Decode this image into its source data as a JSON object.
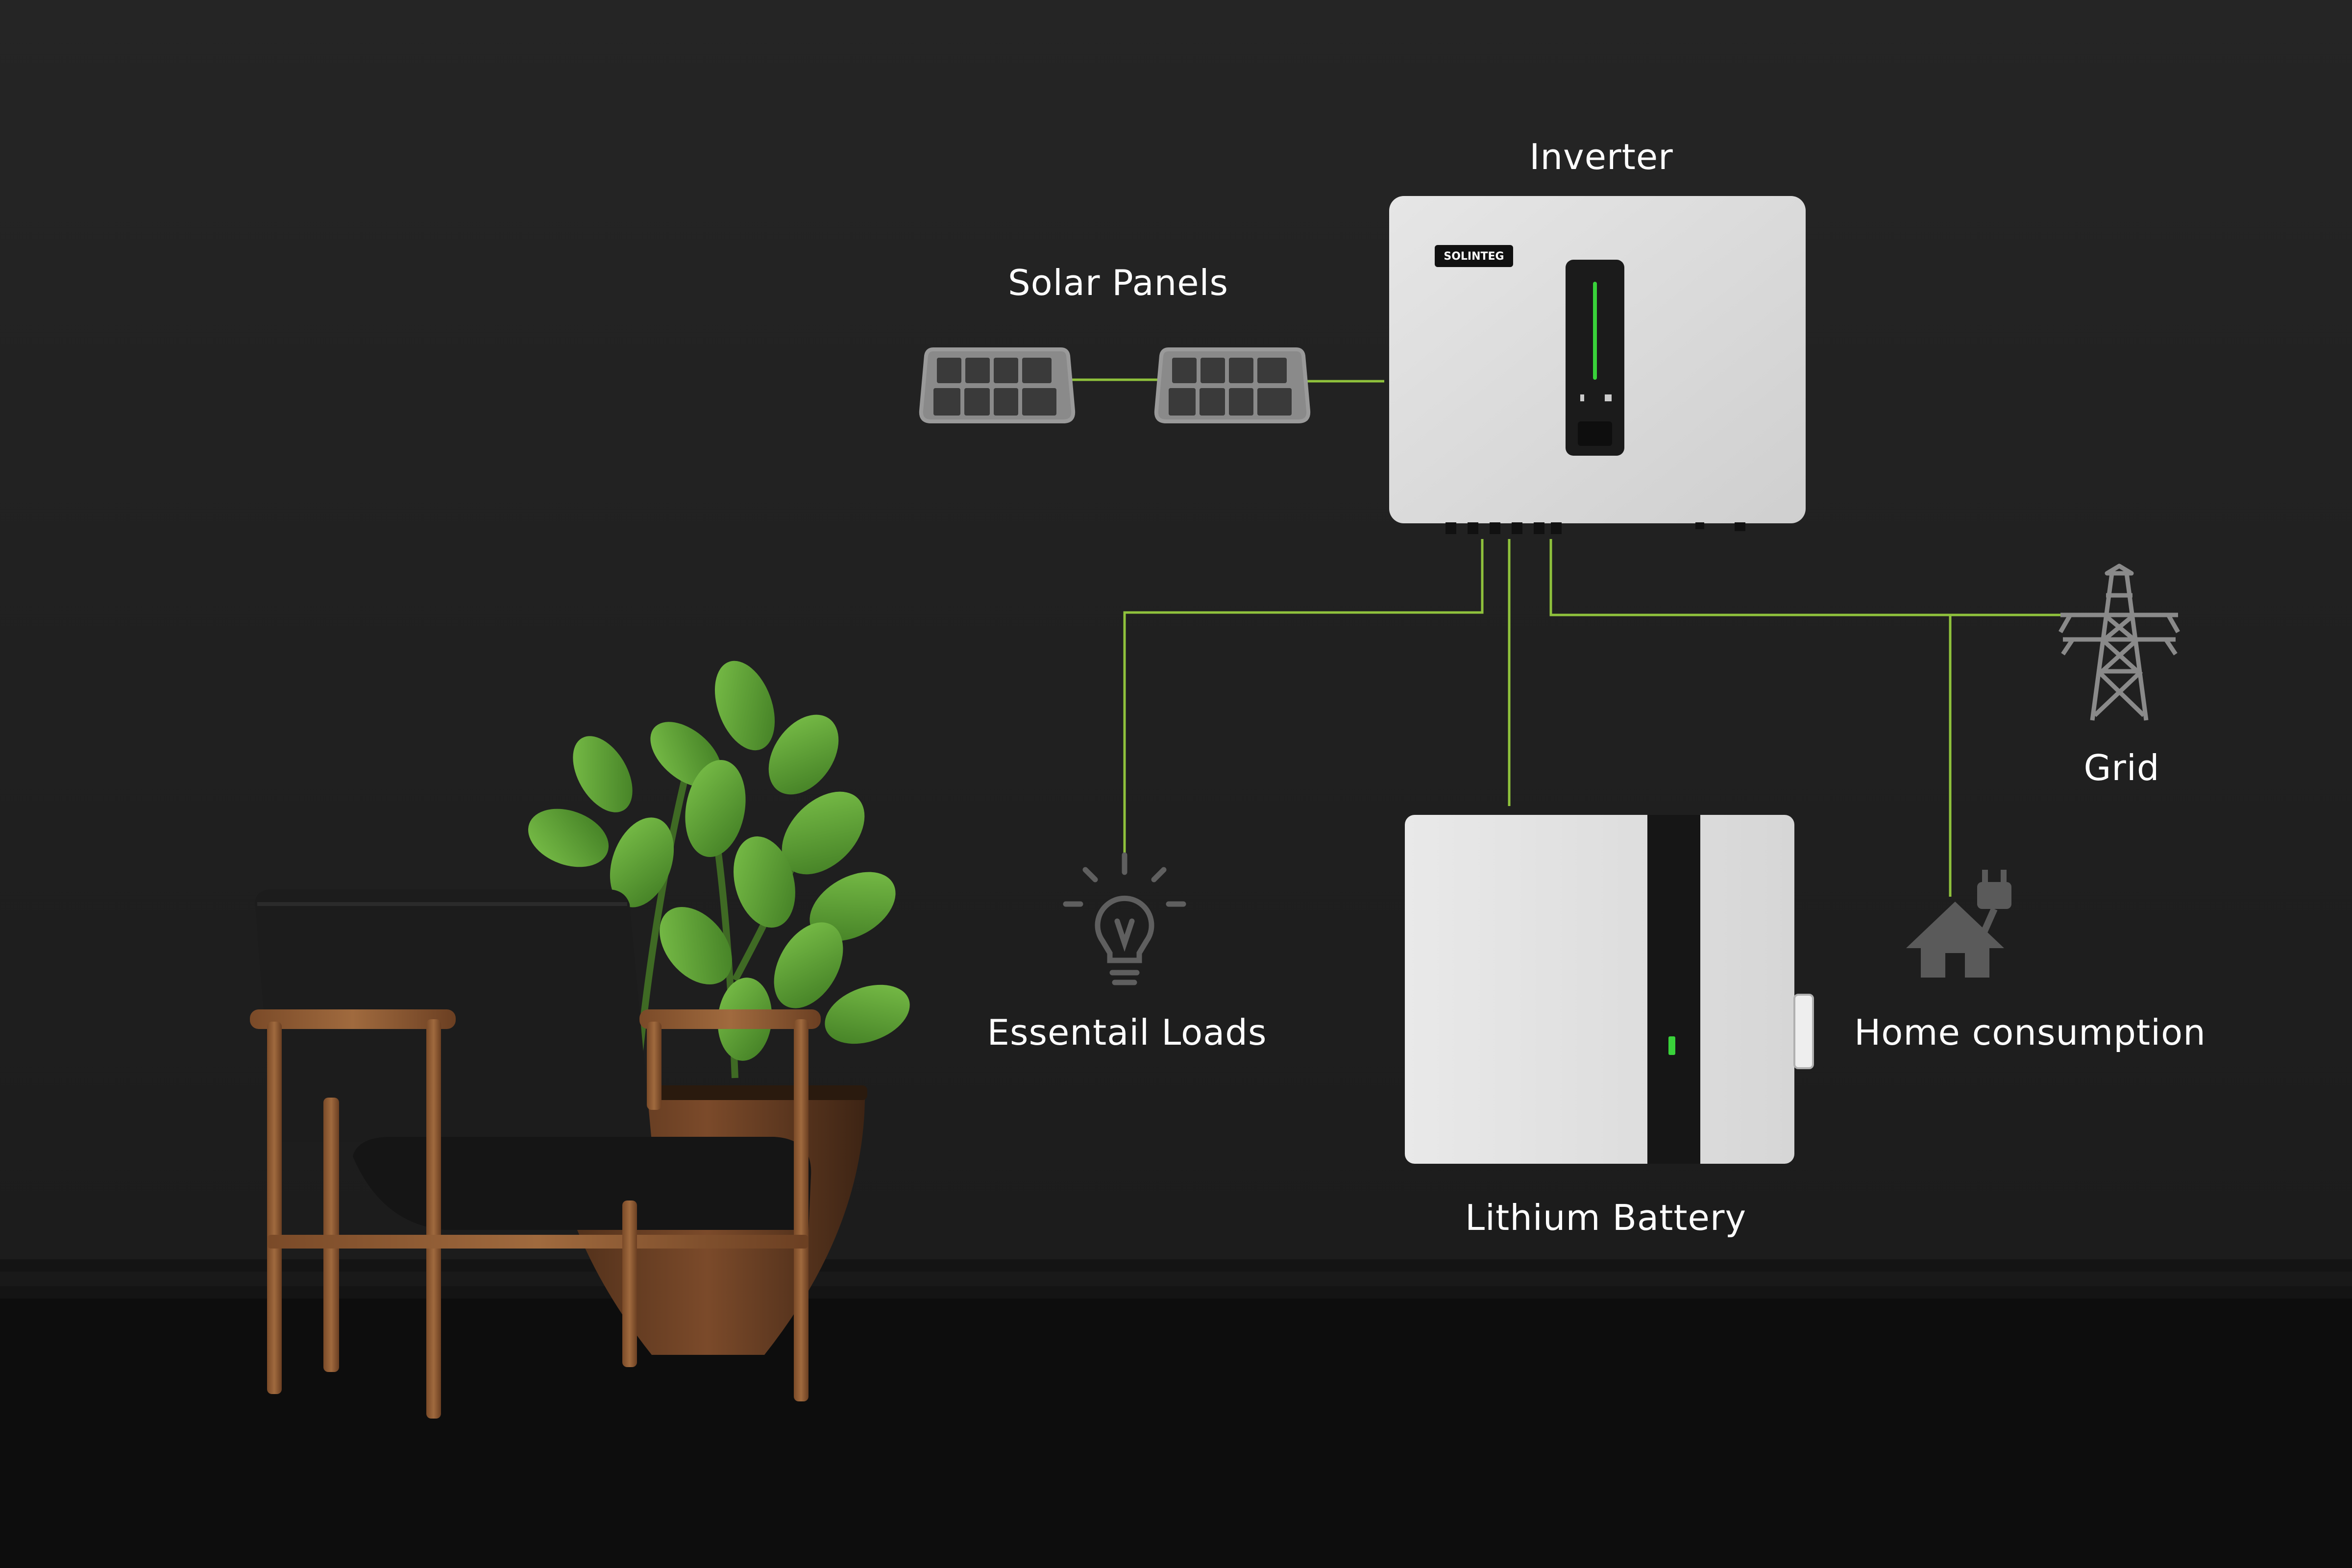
{
  "labels": {
    "inverter": "Inverter",
    "solar_panels": "Solar Panels",
    "grid": "Grid",
    "essential_loads": "Essentail Loads",
    "home_consumption": "Home consumption",
    "lithium_battery": "Lithium Battery"
  },
  "inverter_brand": "SOLINTEG",
  "colors": {
    "background": "#1f1f1f",
    "floor": "#0c0c0c",
    "connector_line": "#8fc23c",
    "device_body": "#dcdcdc",
    "led": "#39d23a",
    "icon_gray": "#6a6a6a"
  }
}
